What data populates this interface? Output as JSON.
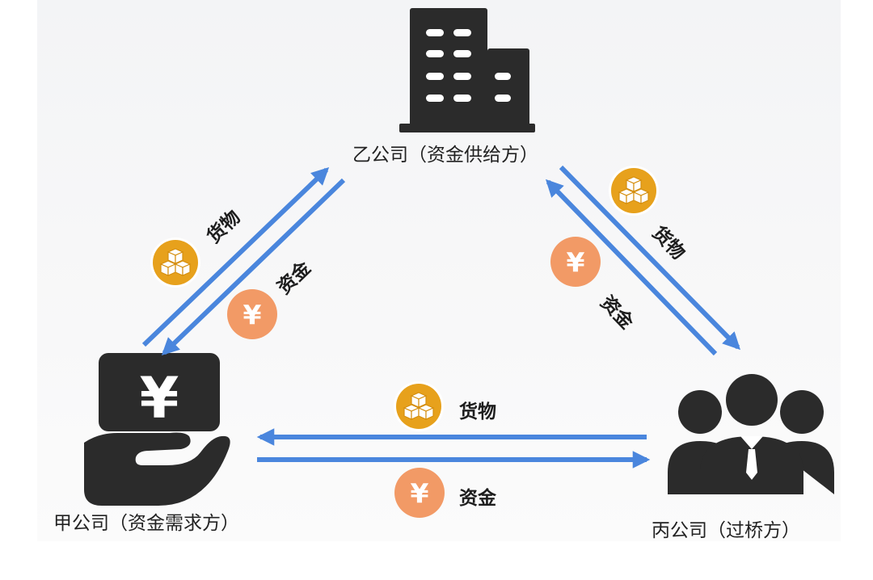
{
  "nodes": {
    "top": {
      "label": "乙公司（资金供给方）",
      "icon": "office-building-icon"
    },
    "left": {
      "label": "甲公司（资金需求方）",
      "icon": "hand-holding-yen-icon"
    },
    "right": {
      "label": "丙公司（过桥方）",
      "icon": "group-of-people-icon"
    }
  },
  "edges": {
    "goods": "货物",
    "funds": "资金"
  },
  "badges": {
    "currency_symbol": "¥",
    "goods_icon": "stacked-boxes-icon",
    "funds_icon": "yen-coin-icon"
  },
  "colors": {
    "arrow": "#4a86dd",
    "icon_dark": "#2b2b2b",
    "goods_badge": "#e7a11c",
    "funds_badge": "#f29a66"
  }
}
